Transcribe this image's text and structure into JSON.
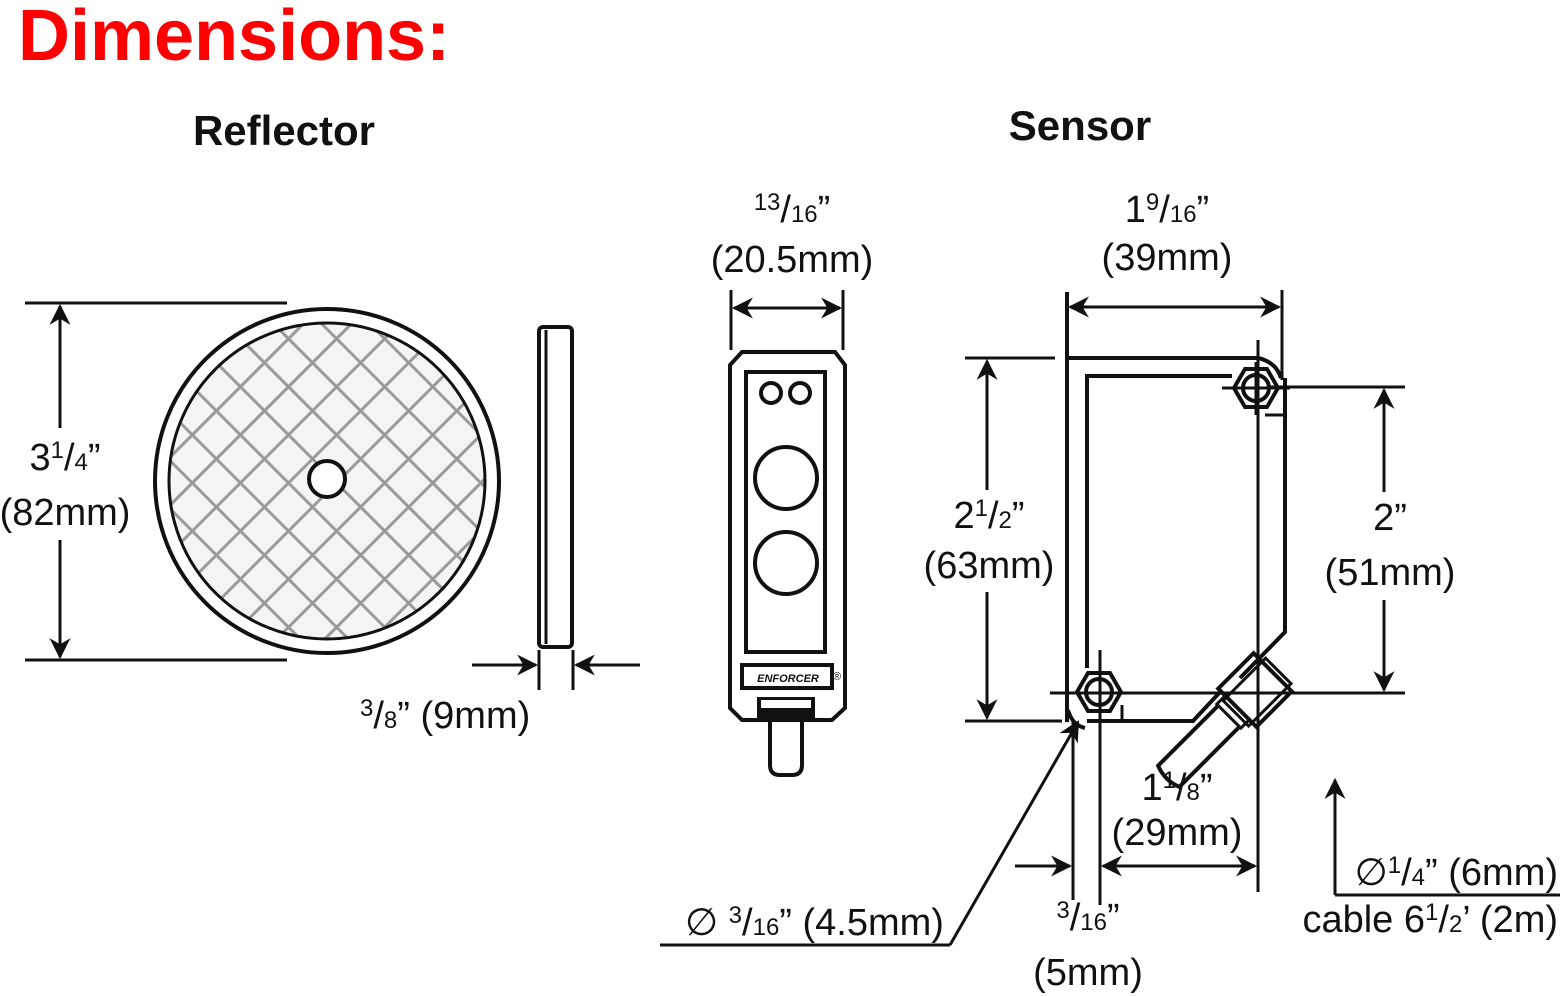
{
  "title": "Dimensions:",
  "title_color": "#ff0000",
  "reflector": {
    "heading": "Reflector",
    "diameter": {
      "whole": "3",
      "num": "1",
      "den": "4",
      "unit": "”",
      "metric": "(82mm)"
    },
    "thickness": {
      "num": "3",
      "den": "8",
      "unit": "”",
      "metric": " (9mm)"
    }
  },
  "sensor": {
    "heading": "Sensor",
    "brand_label": "ENFORCER",
    "registered_mark": "®",
    "side_width": {
      "num": "13",
      "den": "16",
      "unit": "”",
      "metric": "(20.5mm)"
    },
    "width": {
      "whole": "1",
      "num": "9",
      "den": "16",
      "unit": "”",
      "metric": "(39mm)"
    },
    "height": {
      "whole": "2",
      "num": "1",
      "den": "2",
      "unit": "”",
      "metric": "(63mm)"
    },
    "hole_spacing_v": {
      "whole": "2",
      "unit": "”",
      "metric": "(51mm)"
    },
    "hole_spacing_h": {
      "whole": "1",
      "num": "1",
      "den": "8",
      "unit": "”",
      "metric": "(29mm)"
    },
    "hole_offset": {
      "num": "3",
      "den": "16",
      "unit": "”",
      "metric": "(5mm)"
    },
    "hole_diameter": {
      "symbol": "∅ ",
      "num": "3",
      "den": "16",
      "unit": "”",
      "metric": " (4.5mm)"
    },
    "cable": {
      "symbol": "∅",
      "num": "1",
      "den": "4",
      "unit": "”",
      "metric": " (6mm)",
      "length_prefix": "cable 6",
      "length_num": "1",
      "length_den": "2",
      "length_unit": "’",
      "length_metric": " (2m)"
    }
  }
}
